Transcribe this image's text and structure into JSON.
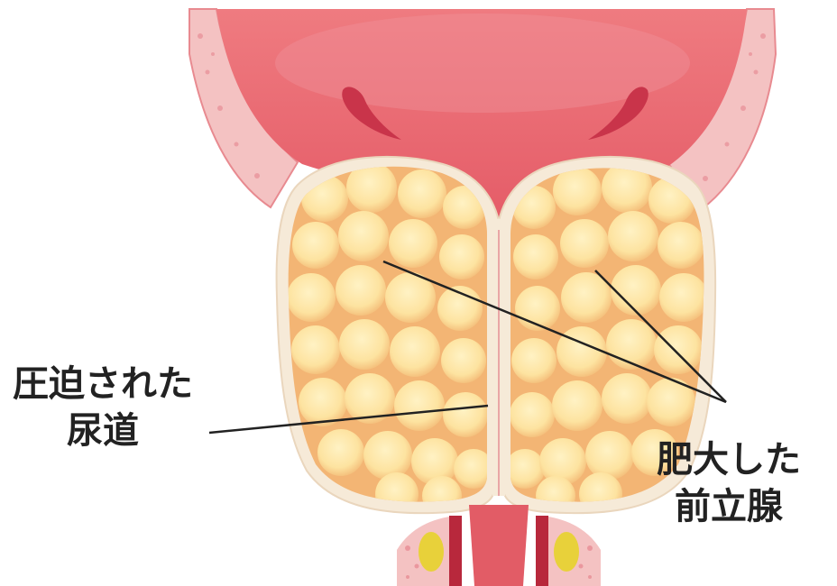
{
  "labels": {
    "compressed_urethra": [
      "圧迫された",
      "尿道"
    ],
    "enlarged_prostate": [
      "肥大した",
      "前立腺"
    ]
  },
  "colors": {
    "bladder_wall": "#e8606a",
    "bladder_inner": "#f2a0a0",
    "muscle_layer": "#f4c2c2",
    "gland_fill": "#f7c98a",
    "gland_nodule": "#fde7a8",
    "capsule": "#f6ead8",
    "urethra": "#e25c66",
    "leader_line": "#222222",
    "label_text": "#222222"
  }
}
